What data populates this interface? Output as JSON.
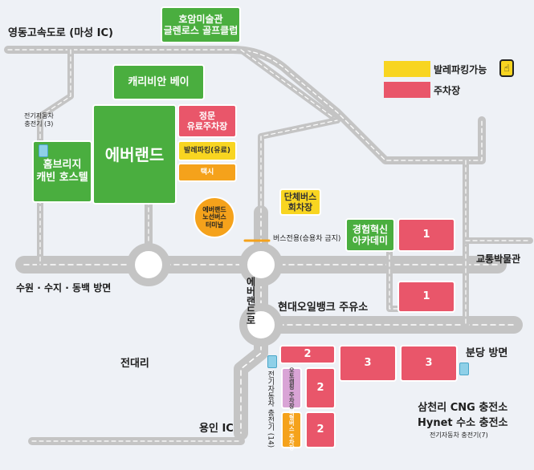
{
  "roads": {
    "yeongdong_expressway": "영동고속도로 (마성 IC)",
    "suwon_direction": "수원 · 수지 · 동백 방면",
    "jeondae_ri": "전대리",
    "yongin_ic": "용인 IC",
    "bundang_direction": "분당 방면",
    "hyundai_oilbank": "현대오일뱅크 주유소",
    "transport_museum": "교통박물관",
    "everland_road": "에버랜드로",
    "bus_only": "버스전용(승용차 금지)"
  },
  "legend": {
    "valet_label": "발레파킹가능",
    "parking_label": "주차장"
  },
  "buildings": {
    "hoam": "호암미술관\n글렌로스 골프클럽",
    "caribbean": "캐리비안 베이",
    "everland": "에버랜드",
    "homebridge": "홈브리지\n캐빈 호스텔",
    "academy": "경험혁신\n아카데미",
    "terminal": "에버랜드\n노선버스\n터미널",
    "group_bus": "단체버스\n회차장"
  },
  "facilities": {
    "main_gate_parking": "정문\n유료주차장",
    "valet_paid": "발레파킹(유료)",
    "taxi": "택시",
    "ev_charger_top": "전기자동차\n충전기 (3)",
    "ev_charger_left": "전기자동차 충전기 (14)",
    "lotte_shuttle": "오토캠핑 주차장",
    "valet_vertical": "대형버스 주차장",
    "cng_station": "삼천리 CNG 충전소\nHynet 수소 충전소",
    "ev_charger_right": "전기자동차 충전기(7)"
  },
  "parking_lots": {
    "p1a": "1",
    "p1b": "1",
    "p2a": "2",
    "p2b": "2",
    "p2c": "2",
    "p3a": "3",
    "p3b": "3"
  },
  "colors": {
    "road": "#c8c8c8",
    "green": "#4aae3f",
    "red": "#e9566a",
    "yellow": "#f8d521",
    "orange": "#f5a21b"
  },
  "icons": {
    "valet": "valet-hand-icon",
    "ev": "ev-charger-icon"
  }
}
